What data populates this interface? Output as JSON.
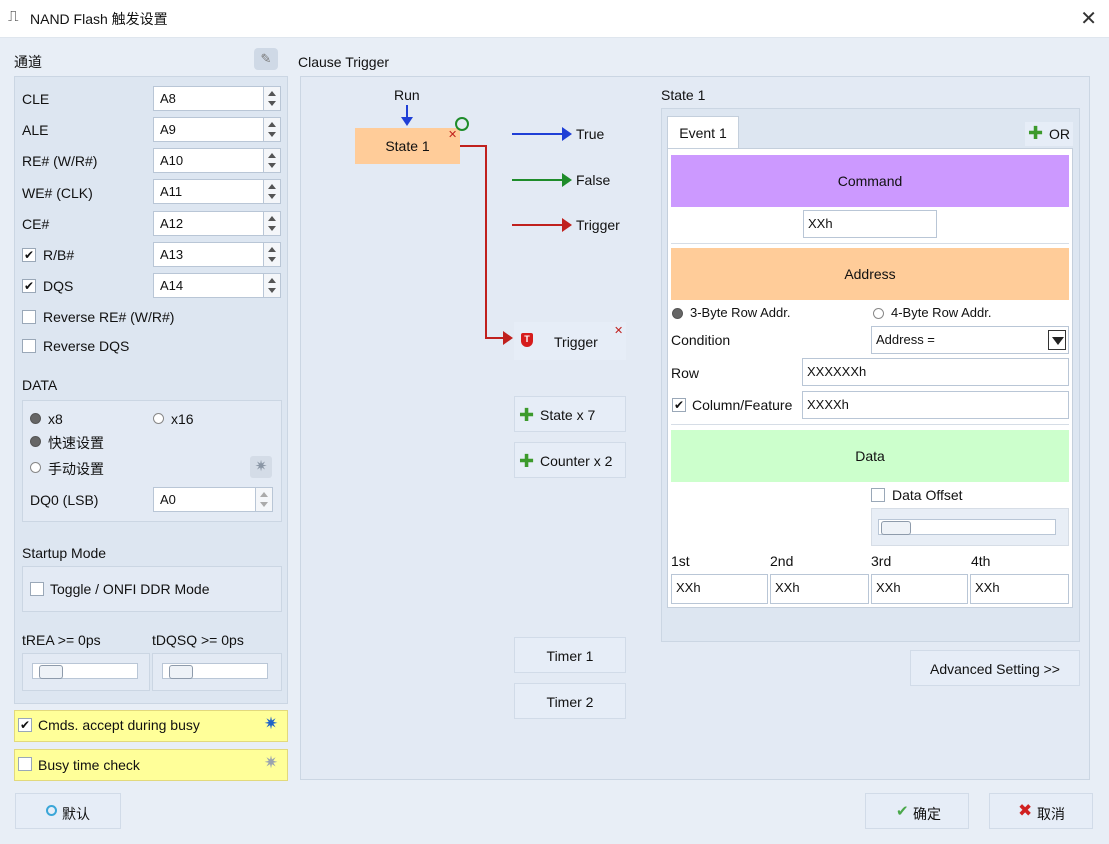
{
  "window": {
    "title": "NAND Flash 触发设置",
    "close_glyph": "✕",
    "logo_glyph": "⎍"
  },
  "channels": {
    "header": "通道",
    "rows": [
      {
        "name": "CLE",
        "value": "A8",
        "checkbox": false
      },
      {
        "name": "ALE",
        "value": "A9",
        "checkbox": false
      },
      {
        "name": "RE# (W/R#)",
        "value": "A10",
        "checkbox": false
      },
      {
        "name": "WE# (CLK)",
        "value": "A11",
        "checkbox": false
      },
      {
        "name": "CE#",
        "value": "A12",
        "checkbox": false
      },
      {
        "name": "R/B#",
        "value": "A13",
        "checkbox": true,
        "checked": true
      },
      {
        "name": "DQS",
        "value": "A14",
        "checkbox": true,
        "checked": true
      }
    ],
    "reverse_re": "Reverse RE# (W/R#)",
    "reverse_dqs": "Reverse DQS"
  },
  "data_group": {
    "title": "DATA",
    "x8": "x8",
    "x16": "x16",
    "quick": "快速设置",
    "manual": "手动设置",
    "dq0_label": "DQ0 (LSB)",
    "dq0_value": "A0"
  },
  "startup": {
    "title": "Startup Mode",
    "toggle": "Toggle / ONFI DDR Mode"
  },
  "timing": {
    "trea": "tREA >= 0ps",
    "tdqsq": "tDQSQ >= 0ps"
  },
  "cmds_accept": "Cmds. accept during busy",
  "busy_check": "Busy time check",
  "default_button": "默认",
  "clause": {
    "title": "Clause Trigger",
    "run": "Run",
    "state1": "State 1",
    "true": "True",
    "false": "False",
    "trigger": "Trigger",
    "trigger_node": "Trigger",
    "state_x7": "State x 7",
    "counter_x2": "Counter x 2",
    "timer1": "Timer 1",
    "timer2": "Timer 2"
  },
  "state_panel": {
    "title": "State 1",
    "tab": "Event 1",
    "or_button": "OR",
    "command": "Command",
    "command_value": "XXh",
    "address": "Address",
    "three_byte": "3-Byte Row Addr.",
    "four_byte": "4-Byte Row Addr.",
    "condition_label": "Condition",
    "condition_value": "Address =",
    "row_label": "Row",
    "row_value": "XXXXXXh",
    "column_label": "Column/Feature",
    "column_value": "XXXXh",
    "data": "Data",
    "data_offset": "Data Offset",
    "byte_labels": [
      "1st",
      "2nd",
      "3rd",
      "4th"
    ],
    "byte_values": [
      "XXh",
      "XXh",
      "XXh",
      "XXh"
    ]
  },
  "advanced_button": "Advanced Setting >>",
  "ok_button": "确定",
  "cancel_button": "取消",
  "colors": {
    "command": "#cc99ff",
    "address": "#ffcc99",
    "data": "#ccffcc",
    "state_node": "#ffcc99",
    "highlight": "#ffff99",
    "true_arrow": "#1f3fd6",
    "false_arrow": "#1e8c2a",
    "trigger_arrow": "#c0201d"
  }
}
